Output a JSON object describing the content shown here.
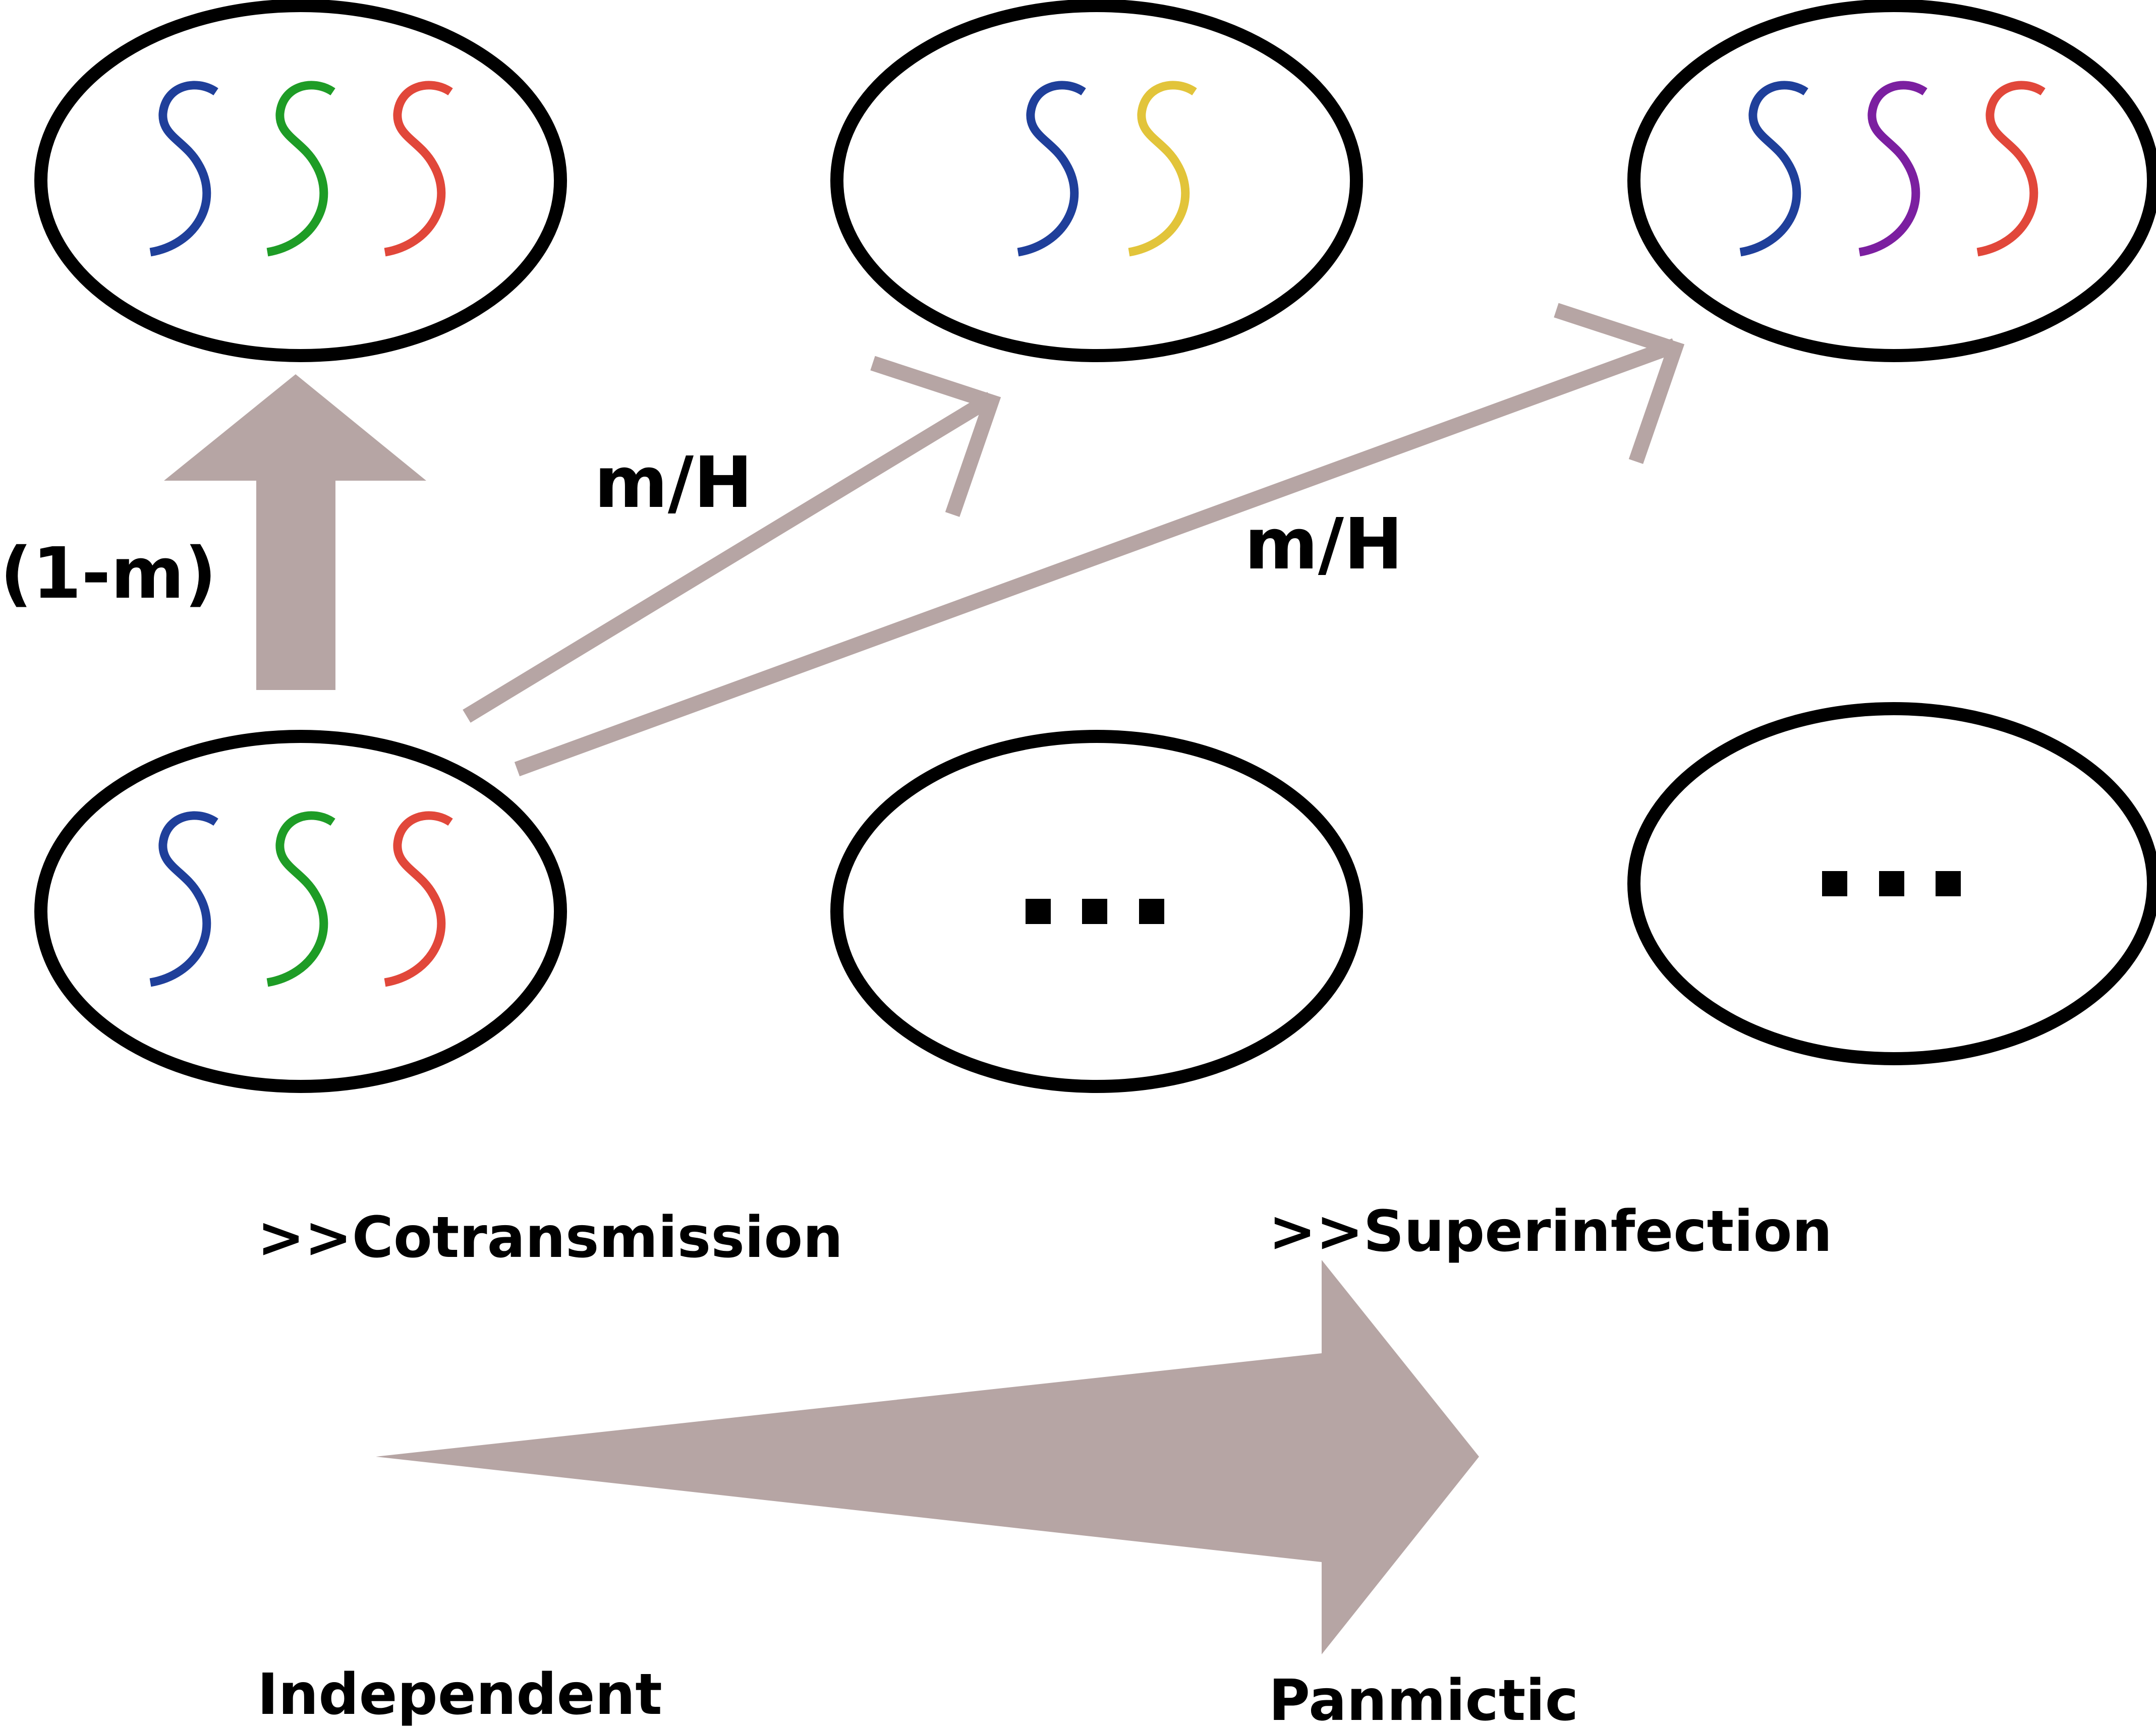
{
  "colors": {
    "arrow": "#b6a5a4",
    "outline": "#000000",
    "strain_blue": "#1f3f9a",
    "strain_green": "#1e9c26",
    "strain_red": "#e1473a",
    "strain_yellow": "#e2c43a",
    "strain_purple": "#7b1fa0"
  },
  "hosts": [
    {
      "id": "top-left",
      "strains": [
        "blue",
        "green",
        "red"
      ]
    },
    {
      "id": "top-middle",
      "strains": [
        "blue",
        "yellow"
      ]
    },
    {
      "id": "top-right",
      "strains": [
        "blue",
        "purple",
        "red"
      ]
    },
    {
      "id": "bottom-left",
      "strains": [
        "blue",
        "green",
        "red"
      ]
    },
    {
      "id": "bottom-middle",
      "strains": [],
      "ellipsis": "..."
    },
    {
      "id": "bottom-right",
      "strains": [],
      "ellipsis": "..."
    }
  ],
  "labels": {
    "vertical_transmission": "(1-m)",
    "horizontal_transmission_1": "m/H",
    "horizontal_transmission_2": "m/H",
    "cotransmission": ">>Cotransmission",
    "superinfection": ">>Superinfection",
    "independent": "Independent",
    "panmictic": "Panmictic"
  }
}
